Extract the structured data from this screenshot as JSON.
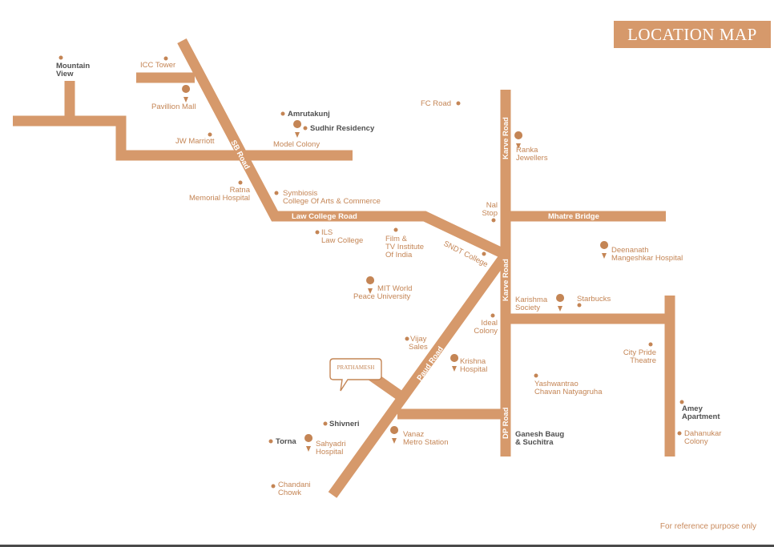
{
  "title": "LOCATION MAP",
  "footer": "For reference purpose only",
  "colors": {
    "road": "#d6996b",
    "label": "#c48555",
    "label_bold": "#4f4f4f",
    "background": "#ffffff"
  },
  "roads": {
    "sb_road": "SB Road",
    "law_college_road": "Law College Road",
    "karve_road_top": "Karve Road",
    "karve_road_mid": "Karve Road",
    "mhatre_bridge": "Mhatre Bridge",
    "paud_road": "Paud Road",
    "dp_road": "DP Road"
  },
  "places": {
    "mountain_view": [
      "Mountain",
      "View"
    ],
    "icc_tower": "ICC Tower",
    "pavillion_mall": "Pavillion Mall",
    "amrutakunj": "Amrutakunj",
    "sudhir_residency": "Sudhir Residency",
    "model_colony": "Model Colony",
    "jw_marriott": "JW Marriott",
    "fc_road": "FC Road",
    "ranka_jewellers": [
      "Ranka",
      "Jewellers"
    ],
    "ratna_hospital": [
      "Ratna",
      "Memorial Hospital"
    ],
    "symbiosis": [
      "Symbiosis",
      "College Of Arts & Commerce"
    ],
    "nal_stop": [
      "Nal",
      "Stop"
    ],
    "ils_law_college": [
      "ILS",
      "Law College"
    ],
    "ftii": [
      "Film &",
      "TV Institute",
      "Of India"
    ],
    "sndt_college": "SNDT College",
    "deenanath": [
      "Deenanath",
      "Mangeshkar Hospital"
    ],
    "mit_world_peace": [
      "MIT World",
      "Peace University"
    ],
    "karishma_society": [
      "Karishma",
      "Society"
    ],
    "starbucks": "Starbucks",
    "ideal_colony": [
      "Ideal",
      "Colony"
    ],
    "vijay_sales": [
      "Vijay",
      "Sales"
    ],
    "krishna_hospital": [
      "Krishna",
      "Hospital"
    ],
    "city_pride": [
      "City Pride",
      "Theatre"
    ],
    "pratham": "PRATHAMESH",
    "yashwantrao": [
      "Yashwantrao",
      "Chavan Natyagruha"
    ],
    "amey_apartment": [
      "Amey",
      "Apartment"
    ],
    "shivneri": "Shivneri",
    "torna": "Torna",
    "sahyadri_hospital": [
      "Sahyadri",
      "Hospital"
    ],
    "vanaz_metro": [
      "Vanaz",
      "Metro Station"
    ],
    "ganesh_baug": [
      "Ganesh Baug",
      "& Suchitra"
    ],
    "dahanukar_colony": [
      "Dahanukar",
      "Colony"
    ],
    "chandani_chowk": [
      "Chandani",
      "Chowk"
    ]
  }
}
